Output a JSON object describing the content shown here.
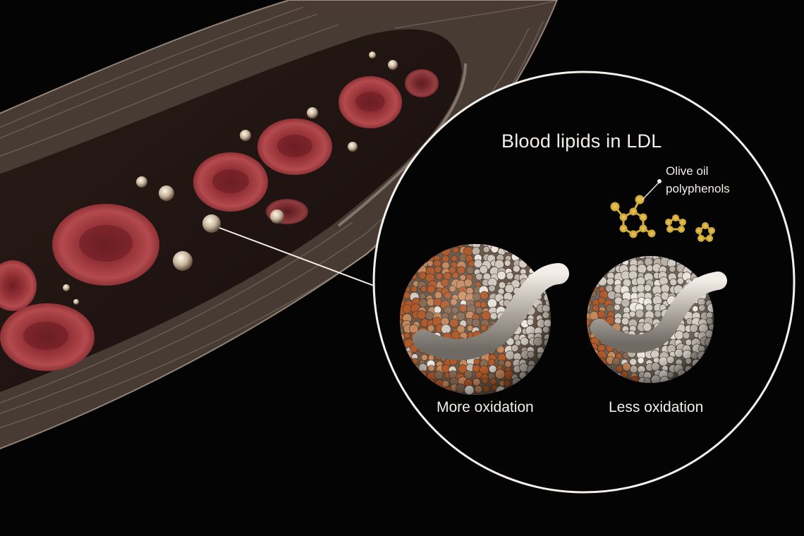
{
  "title": "Blood lipids in LDL",
  "callout": {
    "line1": "Olive oil",
    "line2": "polyphenols"
  },
  "particles": [
    {
      "label": "More oxidation"
    },
    {
      "label": "Less oxidation"
    }
  ],
  "colors": {
    "background": "#050404",
    "vessel_wall": "#cdb8a4",
    "red_blood_cell": "#a8373c",
    "oxidation": "#b45a2a",
    "lipid_beads": "#d8d0c6",
    "polyphenol": "#c9a23a",
    "lens_ring": "#f4f1ec"
  }
}
